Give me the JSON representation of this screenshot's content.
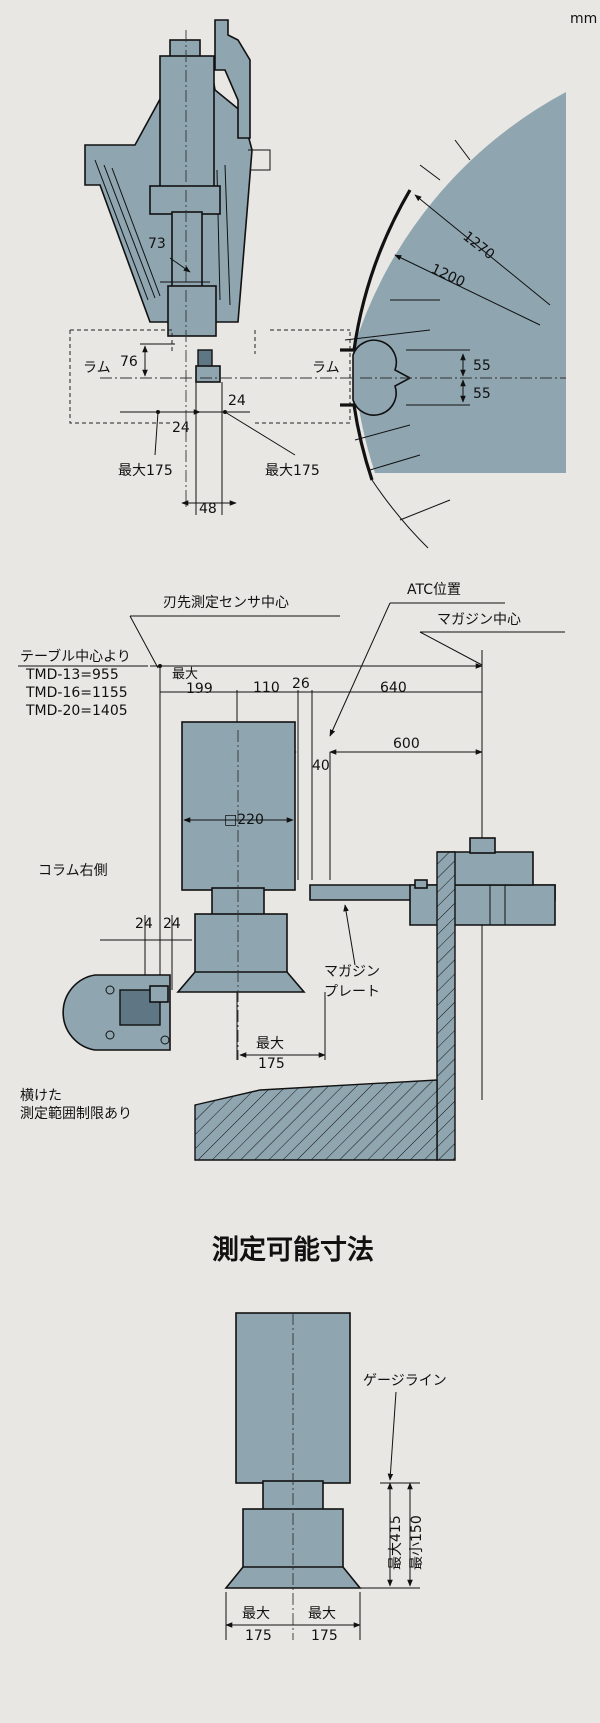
{
  "unit": "mm",
  "top_view": {
    "ram_left": "ラム",
    "ram_right": "ラム",
    "dim_73": "73",
    "dim_76": "76",
    "dim_24_left": "24",
    "dim_24_right": "24",
    "max_left": "最大175",
    "max_right": "最大175",
    "dim_48": "48",
    "dim_55_top": "55",
    "dim_55_bottom": "55",
    "dim_1270": "1270",
    "dim_1200": "1200"
  },
  "side_view": {
    "blade_sensor_center": "刃先測定センサ中心",
    "atc_position": "ATC位置",
    "magazine_center": "マガジン中心",
    "from_table_center": "テーブル中心より",
    "tmd13": "TMD-13=955",
    "tmd16": "TMD-16=1155",
    "tmd20": "TMD-20=1405",
    "max_label": "最大",
    "dim_199": "199",
    "dim_110": "110",
    "dim_26": "26",
    "dim_640": "640",
    "dim_600": "600",
    "dim_40": "40",
    "dim_220": "□220",
    "column_right": "コラム右側",
    "dim_24a": "24",
    "dim_24b": "24",
    "magazine_plate_1": "マガジン",
    "magazine_plate_2": "プレート",
    "max_bottom_1": "最大",
    "max_bottom_2": "175",
    "note_1": "横けた",
    "note_2": "測定範囲制限あり"
  },
  "heading": "測定可能寸法",
  "bottom_view": {
    "gauge_line": "ゲージライン",
    "max_415": "最大415",
    "min_150": "最小150",
    "left_max": "最大",
    "left_175": "175",
    "right_max": "最大",
    "right_175": "175"
  }
}
